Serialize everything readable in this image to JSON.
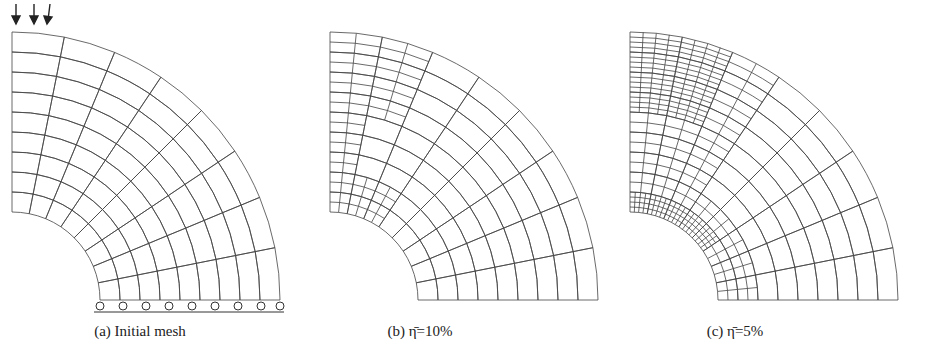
{
  "diagram": {
    "labels": [
      "(a) Initial mesh",
      "(b) η̄=10%",
      "(c) η̄=5%"
    ]
  }
}
